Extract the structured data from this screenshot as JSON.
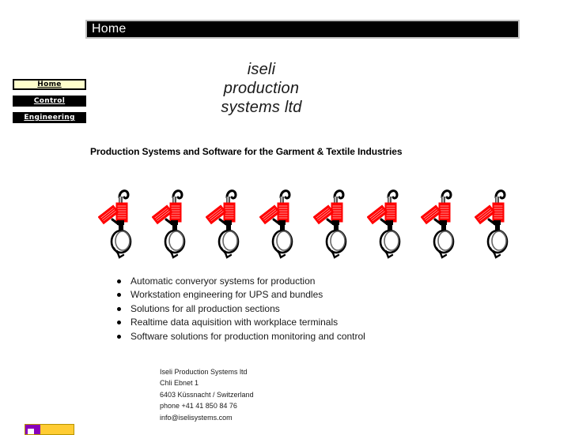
{
  "header": {
    "title": "Home",
    "background_color": "#000000",
    "text_color": "#ffffff",
    "border_color": "#c0c0c0"
  },
  "sidebar": {
    "items": [
      {
        "label": "Home",
        "active": true
      },
      {
        "label": "Control",
        "active": false
      },
      {
        "label": "Engineering",
        "active": false
      }
    ],
    "active_background": "#ffffcc",
    "inactive_background": "#000000"
  },
  "logo": {
    "line1": "iseli",
    "line2": "production",
    "line3": "systems ltd"
  },
  "tagline": "Production Systems and Software for the Garment & Textile Industries",
  "graphics": {
    "name": "conveyor-hanger-trolley",
    "count": 8,
    "accent_color": "#ff0000",
    "hardware_color": "#000000"
  },
  "features": [
    "Automatic converyor systems for production",
    "Workstation engineering for UPS and bundles",
    "Solutions for all production sections",
    "Realtime data aquisition with workplace terminals",
    "Software solutions for production monitoring and control"
  ],
  "address": {
    "line1": "Iseli Production Systems ltd",
    "line2": "Chli Ebnet 1",
    "line3": "6403 Küssnacht / Switzerland",
    "line4": "phone +41 41 850 84 76",
    "line5": "info@iselisystems.com"
  },
  "badge": {
    "text": "",
    "mark_color": "#8800bb",
    "background_color": "#ffcc33"
  }
}
